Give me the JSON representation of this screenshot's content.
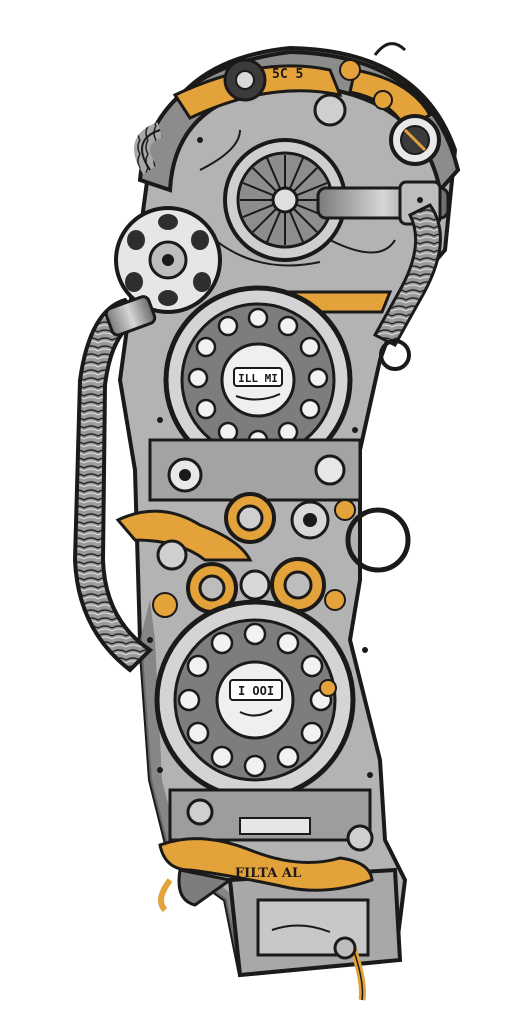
{
  "illustration": {
    "subject": "steampunk-machine-arm",
    "colors": {
      "background": "#ffffff",
      "ink": "#1c1a18",
      "metal_dark": "#6b6b6b",
      "metal_mid": "#9a9a9a",
      "metal_light": "#cfcfcf",
      "brass": "#e3a33a",
      "brass_dark": "#b77a1f"
    },
    "lettering": {
      "top_tag": "5C 5",
      "upper_dial_plate": "ILL MI",
      "lower_dial_plate": "I OOI",
      "base_ribbon": "FILTA AL"
    }
  }
}
